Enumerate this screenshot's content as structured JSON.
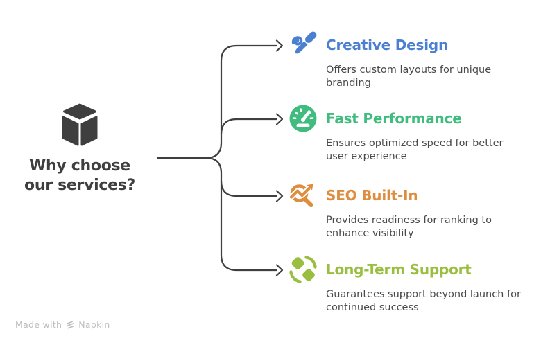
{
  "diagram": {
    "background": "#ffffff",
    "line_color": "#3f3f3f",
    "description_color": "#4a4a4a",
    "root": {
      "title": "Why choose our services?",
      "title_lines": [
        "Why choose",
        "our services?"
      ],
      "color": "#3f3f3f",
      "icon": "cube-icon"
    },
    "items": [
      {
        "label": "Creative Design",
        "color": "#4b80d1",
        "icon": "paintbrush-icon",
        "description_lines": [
          "Offers custom layouts for unique",
          "branding"
        ]
      },
      {
        "label": "Fast Performance",
        "color": "#3fbc7e",
        "icon": "speedometer-icon",
        "description_lines": [
          "Ensures optimized speed for better",
          "user experience"
        ]
      },
      {
        "label": "SEO Built-In",
        "color": "#de8d3f",
        "icon": "magnifier-trend-icon",
        "description_lines": [
          "Provides readiness for ranking to",
          "enhance visibility"
        ]
      },
      {
        "label": "Long-Term Support",
        "color": "#9abf40",
        "icon": "gears-icon",
        "description_lines": [
          "Guarantees support beyond launch for",
          "continued success"
        ]
      }
    ],
    "watermark": {
      "prefix": "Made with",
      "brand": "Napkin",
      "color": "#bdbdbd"
    }
  }
}
